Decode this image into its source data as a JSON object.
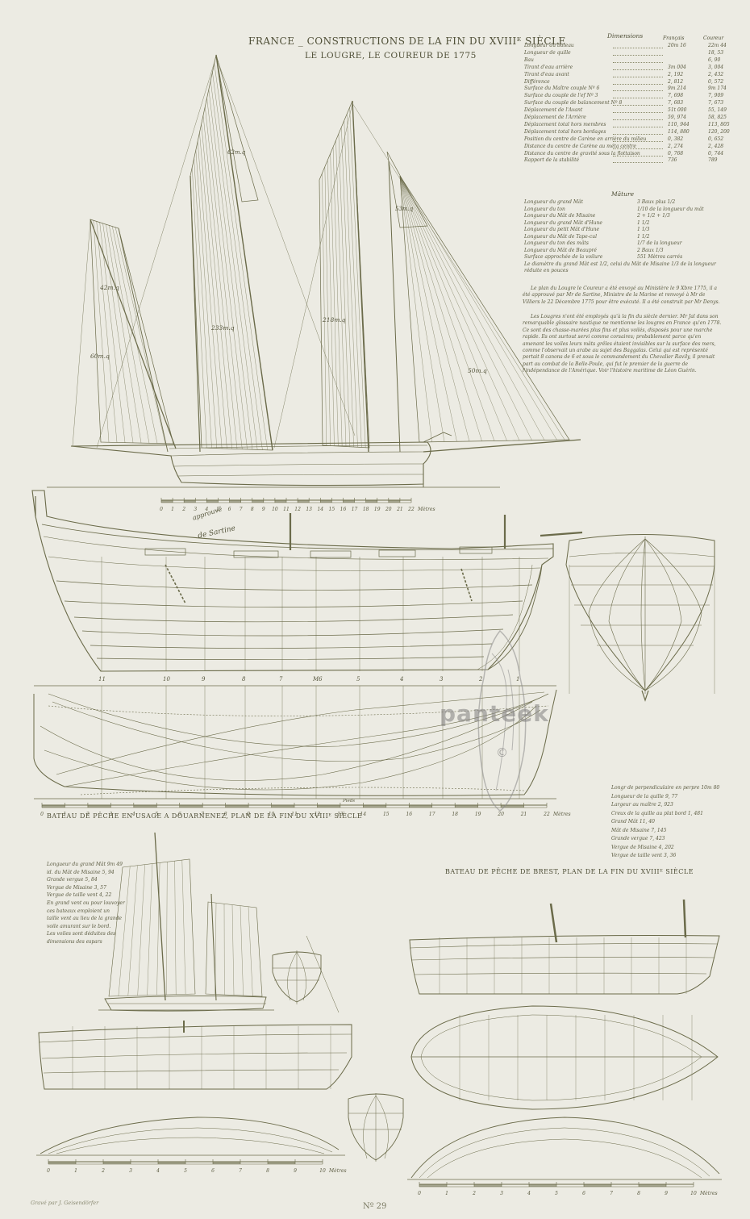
{
  "plate": {
    "title": "FRANCE _ CONSTRUCTIONS DE LA FIN DU XVIIIᴱ SIÈCLE",
    "subtitle": "LE LOUGRE, LE COUREUR DE 1775",
    "number": "Nº 29",
    "engraver": "Gravé par J. Geisendörfer",
    "colors": {
      "paper": "#ecebe3",
      "ink": "#6b6b4a",
      "watermark": "#9a9898"
    }
  },
  "dimensions": {
    "heading": "Dimensions",
    "col1": "Français",
    "col2": "Coureur",
    "rows": [
      {
        "label": "Longueur du bateau",
        "v1": "20m 16",
        "v2": "22m 44"
      },
      {
        "label": "Longueur de quille",
        "v1": "",
        "v2": "18, 53"
      },
      {
        "label": "Bau",
        "v1": "",
        "v2": "6, 90"
      },
      {
        "label": "Tirant d'eau arrière",
        "v1": "3m 004",
        "v2": "3, 004"
      },
      {
        "label": "Tirant d'eau avant",
        "v1": "2, 192",
        "v2": "2, 432"
      },
      {
        "label": "Différence",
        "v1": "2, 812",
        "v2": "0, 572"
      },
      {
        "label": "Surface du Maître couple Nº 6",
        "v1": "9m 214",
        "v2": "9m 174"
      },
      {
        "label": "Surface du couple de l'ef Nº 3",
        "v1": "7, 698",
        "v2": "7, 909"
      },
      {
        "label": "Surface du couple de balancement Nº 8",
        "v1": "7, 683",
        "v2": "7, 673"
      },
      {
        "label": "Déplacement de l'Avant",
        "v1": "51t 000",
        "v2": "55, 149"
      },
      {
        "label": "Déplacement de l'Arrière",
        "v1": "59, 974",
        "v2": "58, 825"
      },
      {
        "label": "Déplacement total hors membres",
        "v1": "110, 944",
        "v2": "113, 805"
      },
      {
        "label": "Déplacement total hors bordages",
        "v1": "114, 880",
        "v2": "120, 200"
      },
      {
        "label": "Position du centre de Carène en arrière du milieu",
        "v1": "0, 382",
        "v2": "0, 652"
      },
      {
        "label": "Distance du centre de Carène au méta centre",
        "v1": "2, 274",
        "v2": "2, 428"
      },
      {
        "label": "Distance du centre de gravité sous la flottaison",
        "v1": "0, 768",
        "v2": "0, 744"
      },
      {
        "label": "Rapport de la stabilité",
        "v1": "736",
        "v2": "789"
      }
    ]
  },
  "mature": {
    "heading": "Mâture",
    "rows": [
      {
        "label": "Longueur du grand Mât",
        "val": "3 Baux plus 1/2"
      },
      {
        "label": "Longueur du ton",
        "val": "1/10 de la longueur du mât"
      },
      {
        "label": "Longueur du Mât de Misaine",
        "val": "2 + 1/2 + 1/3"
      },
      {
        "label": "Longueur du grand Mât d'Hune",
        "val": "1 1/2"
      },
      {
        "label": "Longueur du petit Mât d'Hune",
        "val": "1 1/3"
      },
      {
        "label": "Longueur du Mât de Tape-cul",
        "val": "1 1/2"
      },
      {
        "label": "Longueur du ton des mâts",
        "val": "1/7 de la longueur"
      },
      {
        "label": "Longueur du Mât de Beaupré",
        "val": "2 Baux 1/3"
      },
      {
        "label": "Surface approchée de la voilure",
        "val": "551 Mètres carrés"
      }
    ],
    "note": "Le diamètre du grand Mât est 1/2, celui du Mât de Misaine 1/3 de la longueur réduite en pouces"
  },
  "history": {
    "p1": "Le plan du Lougre le Coureur a été envoyé au Ministère le 9 Xbre 1775, il a été approuvé par Mr de Sartine, Ministre de la Marine et renvoyé à Mr de Villiers le 22 Décembre 1775 pour être exécuté. Il a été construit par Mr Denys.",
    "p2": "Les Lougres n'ont été employés qu'à la fin du siècle dernier. Mr Jal dans son remarquable glossaire nautique ne mentionne les lougres en France qu'en 1778. Ce sont des chasse-marées plus fins et plus voilés, disposés pour une marche rapide. Ils ont surtout servi comme corsaires; probablement parce qu'en amenant les voiles leurs mâts grêles étaient invisibles sur la surface des mers, comme l'observait un arabe au sujet des Baggalas. Celui qui est représenté portait 8 canons de 6 et sous le commandement du Chevalier Ravily, il prenait part au combat de la Belle-Poule, qui fut le premier de la guerre de l'indépendance de l'Amérique. Voir l'histoire maritime de Léon Guérin."
  },
  "sail_areas": [
    "42m.q",
    "60m.q",
    "233m.q",
    "218m.q",
    "50m.q",
    "62m.q",
    "53m.q"
  ],
  "scale_top": {
    "ticks": [
      "0",
      "1",
      "2",
      "3",
      "4",
      "5",
      "6",
      "7",
      "8",
      "9",
      "10",
      "11",
      "12",
      "13",
      "14",
      "15",
      "16",
      "17",
      "18",
      "19",
      "20",
      "21",
      "22"
    ],
    "unit": "Mètres"
  },
  "approval_note": "approuvé",
  "approval_sig": "de Sartine",
  "station_labels": [
    "11",
    "10",
    "9",
    "8",
    "7",
    "M6",
    "5",
    "4",
    "3",
    "2",
    "1"
  ],
  "scale_mid": {
    "ticks": [
      "0",
      "1",
      "2",
      "3",
      "4",
      "5",
      "6",
      "7",
      "8",
      "9",
      "10",
      "11",
      "12",
      "13",
      "14",
      "15",
      "16",
      "17",
      "18",
      "19",
      "20",
      "21",
      "22"
    ],
    "unit": "Mètres",
    "feet": "Pieds"
  },
  "douarnenez": {
    "title": "BATEAU DE PÊCHE EN USAGE A DOUARNENEZ, PLAN DE LA FIN DU XVIIIᴱ SIÈCLE",
    "specs": [
      "Longueur du grand Mât 9m 49",
      "id. du Mât de Misaine 5, 94",
      "Grande vergue 5, 84",
      "Vergue de Misaine 3, 57",
      "Vergue de taille vent 4, 22",
      "En grand vent ou pour louvoyer",
      "ces bateaux emploient un",
      "taille vent au lieu de la grande",
      "voile amurant sur le bord.",
      "Les voiles sont déduites des",
      "dimensions des espars"
    ],
    "scale": {
      "ticks": [
        "0",
        "1",
        "2",
        "3",
        "4",
        "5",
        "6",
        "7",
        "8",
        "9",
        "10"
      ],
      "unit": "Mètres"
    }
  },
  "brest": {
    "title": "BATEAU DE PÊCHE DE BREST, PLAN DE LA FIN DU XVIIIᴱ SIÈCLE",
    "specs": [
      "Longr de perpendiculaire en perpre 10m 80",
      "Longueur de la quille 9, 77",
      "Largeur au maître 2, 923",
      "Creux de la quille au plat bord 1, 481",
      "Grand Mât 11, 40",
      "Mât de Misaine 7, 145",
      "Grande vergue 7, 423",
      "Vergue de Misaine 4, 202",
      "Vergue de taille vent 3, 36"
    ],
    "scale": {
      "ticks": [
        "0",
        "1",
        "2",
        "3",
        "4",
        "5",
        "6",
        "7",
        "8",
        "9",
        "10"
      ],
      "unit": "Mètres"
    }
  },
  "watermark": {
    "text": "panteek",
    "symbol": "©"
  }
}
